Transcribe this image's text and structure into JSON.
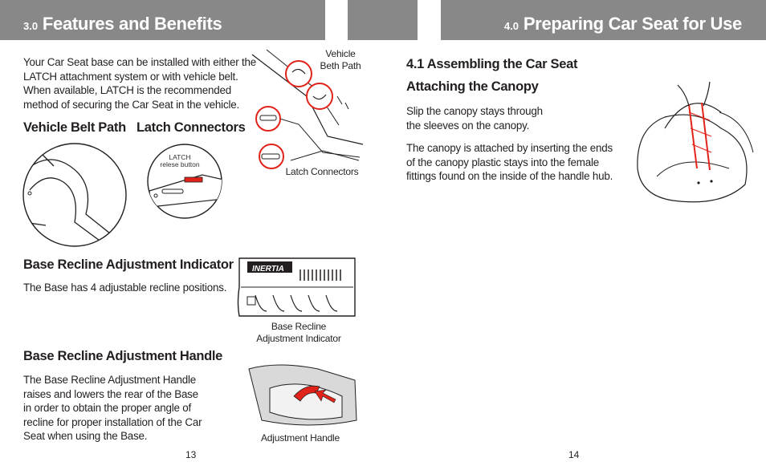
{
  "left_page": {
    "header": {
      "number": "3.0",
      "title": "Features and Benefits"
    },
    "intro": "Your Car Seat base can be installed with either the LATCH attachment system or with vehicle belt. When available, LATCH is the recommended method of securing the Car Seat in the vehicle.",
    "vehicle_belt_path_heading": "Vehicle Belt Path",
    "latch_connectors_heading": "Latch Connectors",
    "caption_vehicle_belt_path": "Vehicle\nBeth Path",
    "caption_latch_connectors": "Latch Connectors",
    "caption_latch_release": "LATCH\nrelese button",
    "recline_indicator": {
      "heading": "Base Recline Adjustment Indicator",
      "text": "The Base has 4 adjustable recline positions.",
      "caption": "Base Recline\nAdjustment Indicator",
      "brand": "INERTIA"
    },
    "recline_handle": {
      "heading": "Base Recline Adjustment Handle",
      "text": "The Base Recline Adjustment Handle raises and lowers the rear of the Base in order to obtain the proper angle of recline for proper installation of the Car Seat when using the Base.",
      "caption": "Adjustment Handle"
    },
    "page_number": "13"
  },
  "right_page": {
    "header": {
      "number": "4.0",
      "title": "Preparing Car Seat for Use"
    },
    "section_heading": "4.1 Assembling the Car Seat",
    "subheading": "Attaching the Canopy",
    "para1": "Slip the canopy stays through the sleeves on the canopy.",
    "para2": "The canopy is attached by inserting the ends of the canopy plastic stays into the female fittings found on the inside of the handle hub.",
    "page_number": "14"
  },
  "colors": {
    "header_bg": "#888888",
    "accent_red": "#e2231a",
    "text": "#231f20"
  }
}
